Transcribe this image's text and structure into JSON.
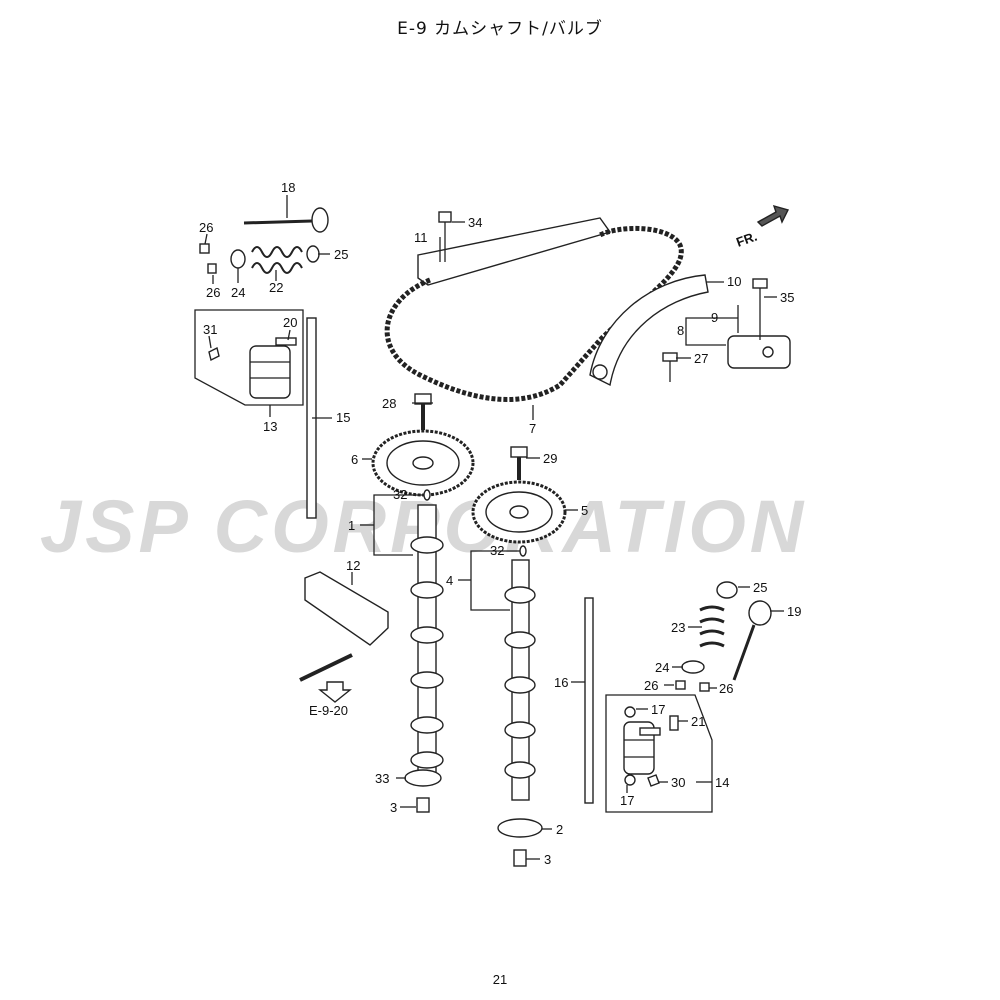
{
  "title": "E-9 カムシャフト/バルブ",
  "page_number": "21",
  "watermark": "JSP CORPORATION",
  "reference": "E-9-20",
  "direction_label": "FR.",
  "callouts": {
    "c1": "1",
    "c2": "2",
    "c3a": "3",
    "c3b": "3",
    "c4": "4",
    "c5": "5",
    "c6": "6",
    "c7": "7",
    "c8": "8",
    "c9": "9",
    "c10": "10",
    "c11": "11",
    "c12": "12",
    "c13": "13",
    "c14": "14",
    "c15": "15",
    "c16": "16",
    "c17a": "17",
    "c17b": "17",
    "c18": "18",
    "c19": "19",
    "c20": "20",
    "c21": "21",
    "c22": "22",
    "c23": "23",
    "c24a": "24",
    "c24b": "24",
    "c25a": "25",
    "c25b": "25",
    "c26a": "26",
    "c26b": "26",
    "c26c": "26",
    "c26d": "26",
    "c27": "27",
    "c28": "28",
    "c29": "29",
    "c30": "30",
    "c31": "31",
    "c32a": "32",
    "c32b": "32",
    "c33": "33",
    "c34": "34",
    "c35": "35"
  }
}
